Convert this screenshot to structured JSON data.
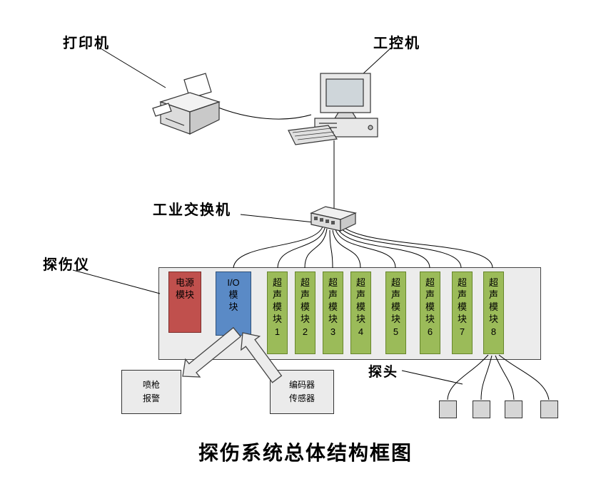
{
  "title": "探伤系统总体结构框图",
  "labels": {
    "printer": "打印机",
    "computer": "工控机",
    "switch": "工业交换机",
    "detector": "探伤仪",
    "probe": "探头"
  },
  "detector": {
    "power_module": "电源\n模块",
    "io_module": "I/O\n模\n块",
    "ultrasonic_modules": [
      "超\n声\n模\n块\n1",
      "超\n声\n模\n块\n2",
      "超\n声\n模\n块\n3",
      "超\n声\n模\n块\n4",
      "超\n声\n模\n块\n5",
      "超\n声\n模\n块\n6",
      "超\n声\n模\n块\n7",
      "超\n声\n模\n块\n8"
    ]
  },
  "peripherals": {
    "spray_alarm": "喷枪\n报警",
    "encoder": "编码器\n传感器"
  },
  "colors": {
    "power_module": "#c0504d",
    "io_module": "#5a8ac6",
    "ultrasonic_module": "#9bbb59",
    "enclosure": "#ececec"
  }
}
